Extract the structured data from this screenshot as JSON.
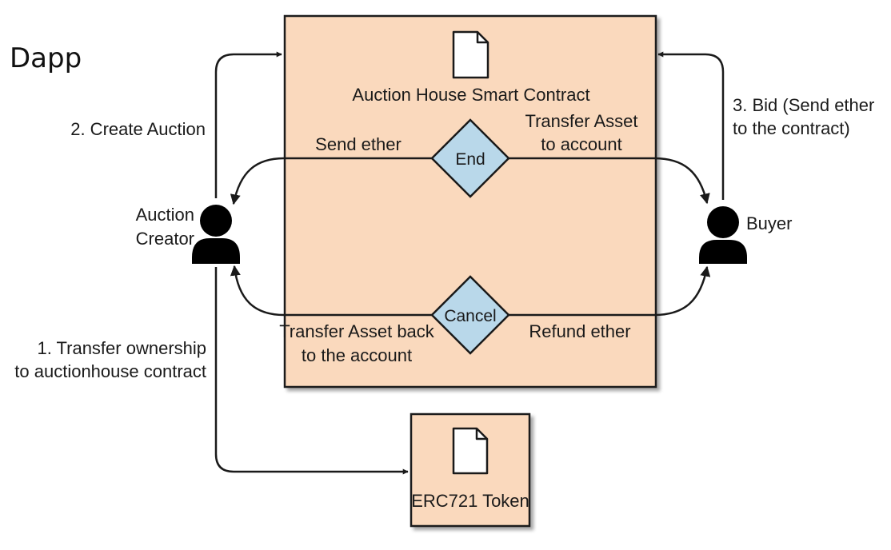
{
  "title": "Dapp",
  "contract": {
    "label": "Auction House Smart Contract"
  },
  "token": {
    "label": "ERC721 Token"
  },
  "actors": {
    "creator": {
      "line1": "Auction",
      "line2": "Creator"
    },
    "buyer": {
      "label": "Buyer"
    }
  },
  "decisions": {
    "end": "End",
    "cancel": "Cancel"
  },
  "edges": {
    "create_auction": "2. Create Auction",
    "bid_line1": "3. Bid (Send ether",
    "bid_line2": "to the contract)",
    "send_ether": "Send ether",
    "transfer_asset_line1": "Transfer Asset",
    "transfer_asset_line2": "to account",
    "transfer_back_line1": "Transfer Asset back",
    "transfer_back_line2": "to the account",
    "refund_ether": "Refund ether",
    "transfer_ownership_line1": "1. Transfer ownership",
    "transfer_ownership_line2": "to auctionhouse contract"
  },
  "colors": {
    "box_fill": "#fad9bd",
    "diamond_fill": "#b9d8ea",
    "stroke": "#1a1a1a"
  }
}
